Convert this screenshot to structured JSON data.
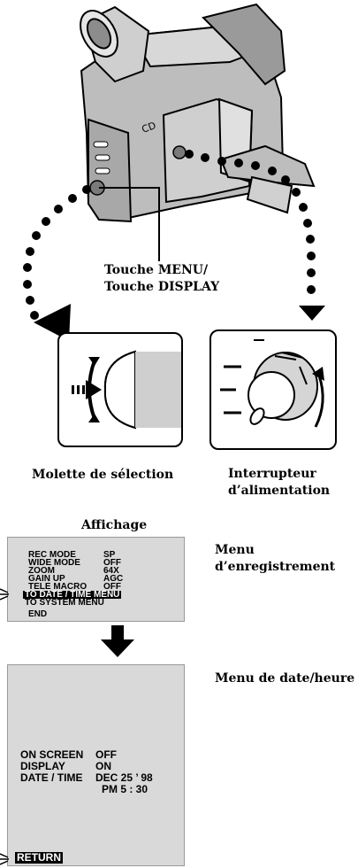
{
  "labels": {
    "menu_button": "Touche MENU/",
    "display_button": "Touche DISPLAY",
    "selection_dial": "Molette de sélection",
    "power_switch_l1": "Interrupteur",
    "power_switch_l2": "d’alimentation",
    "display_heading": "Affichage"
  },
  "screen1": {
    "caption_l1": "Menu",
    "caption_l2": "d’enregistrement",
    "rows": [
      {
        "key": "REC MODE",
        "value": "SP"
      },
      {
        "key": "WIDE MODE",
        "value": "OFF"
      },
      {
        "key": "ZOOM",
        "value": "64X"
      },
      {
        "key": "GAIN UP",
        "value": "AGC"
      },
      {
        "key": "TELE MACRO",
        "value": "OFF"
      }
    ],
    "selected": "TO DATE / TIME MENU",
    "system": "TO SYSTEM MENU",
    "end": "END"
  },
  "screen2": {
    "caption": "Menu de date/heure",
    "rows": [
      {
        "key": "ON SCREEN",
        "value": "OFF"
      },
      {
        "key": "DISPLAY",
        "value": "ON"
      },
      {
        "key": "DATE / TIME",
        "value": "DEC 25 ’ 98"
      }
    ],
    "time": "PM  5 : 30",
    "return": "RETURN"
  },
  "icons": [
    "camcorder-icon",
    "dial-icon",
    "power-switch-icon",
    "down-arrow-icon",
    "cursor-sparkle-icon"
  ]
}
